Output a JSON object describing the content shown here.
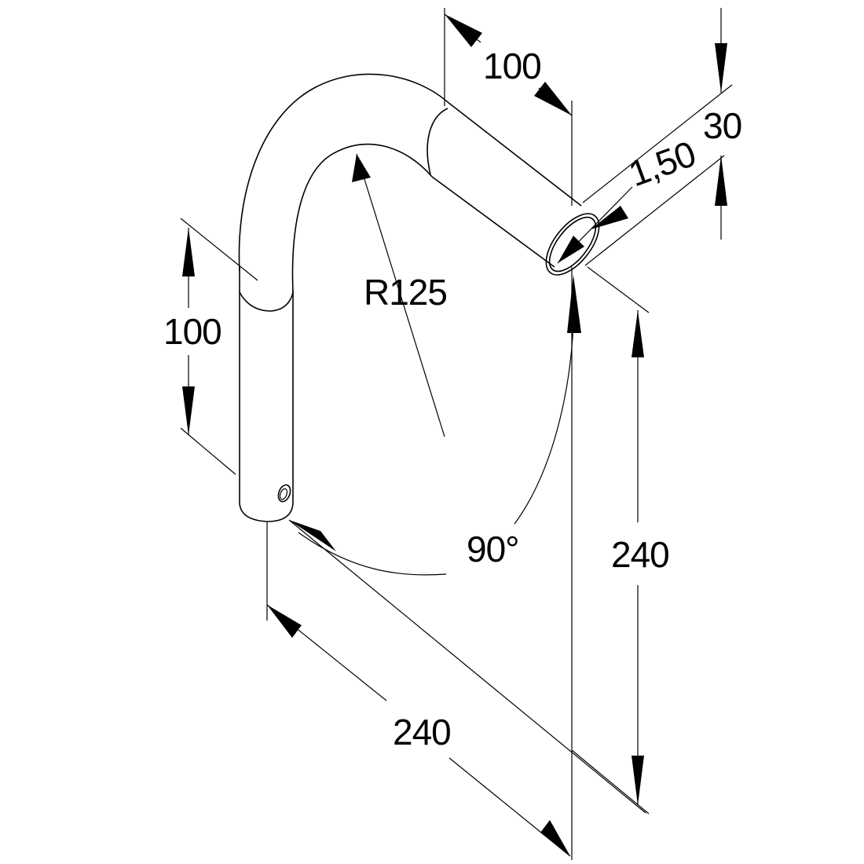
{
  "dimensions": {
    "bend_radius": "R125",
    "left_leg_length": "100",
    "top_leg_length": "100",
    "outer_diameter": "30",
    "wall_thickness": "1,50",
    "overall_height": "240",
    "overall_depth": "240",
    "bend_angle": "90°"
  },
  "colors": {
    "line": "#000000",
    "background": "#ffffff"
  }
}
